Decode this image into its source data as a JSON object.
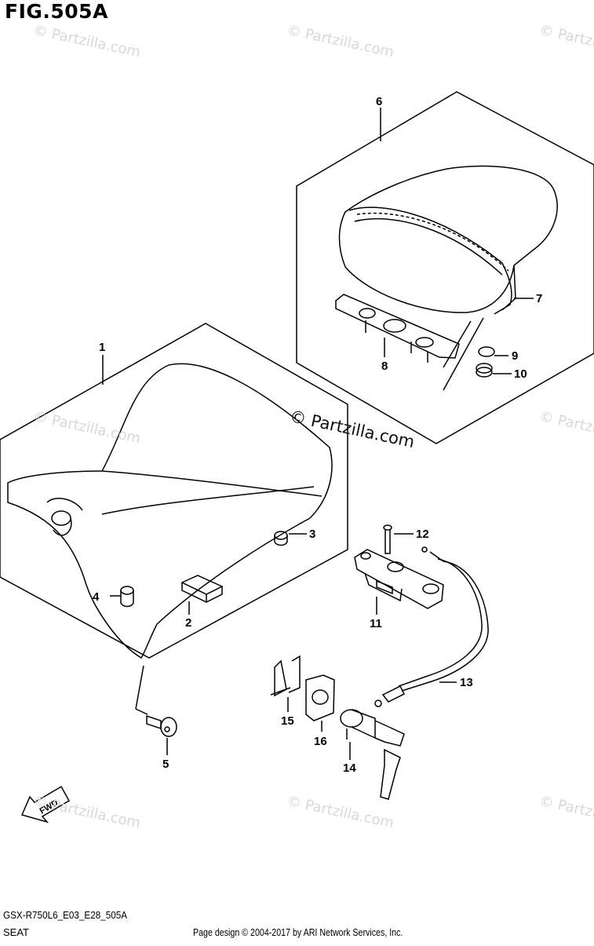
{
  "title": "FIG.505A",
  "diagram_code": "GSX-R750L6_E03_E28_505A",
  "section_name": "SEAT",
  "footer": "Page design © 2004-2017 by ARI Network Services, Inc.",
  "watermark_main": "© Partzilla.com",
  "watermark_faint": "© Partzilla.com",
  "fwd_label": "FWD",
  "callouts": [
    "1",
    "2",
    "3",
    "4",
    "5",
    "6",
    "7",
    "8",
    "9",
    "10",
    "11",
    "12",
    "13",
    "14",
    "15",
    "16"
  ],
  "parts": {
    "front_seat": "1",
    "pad": "2",
    "cushion_3": "3",
    "cushion_4": "4",
    "bolt_5": "5",
    "rear_seat": "6",
    "rear_cover": "7",
    "bracket": "8",
    "washer": "9",
    "nut": "10",
    "lock_bracket": "11",
    "screw": "12",
    "cable": "13",
    "key_lock": "14",
    "clip": "15",
    "lock_plate": "16"
  }
}
